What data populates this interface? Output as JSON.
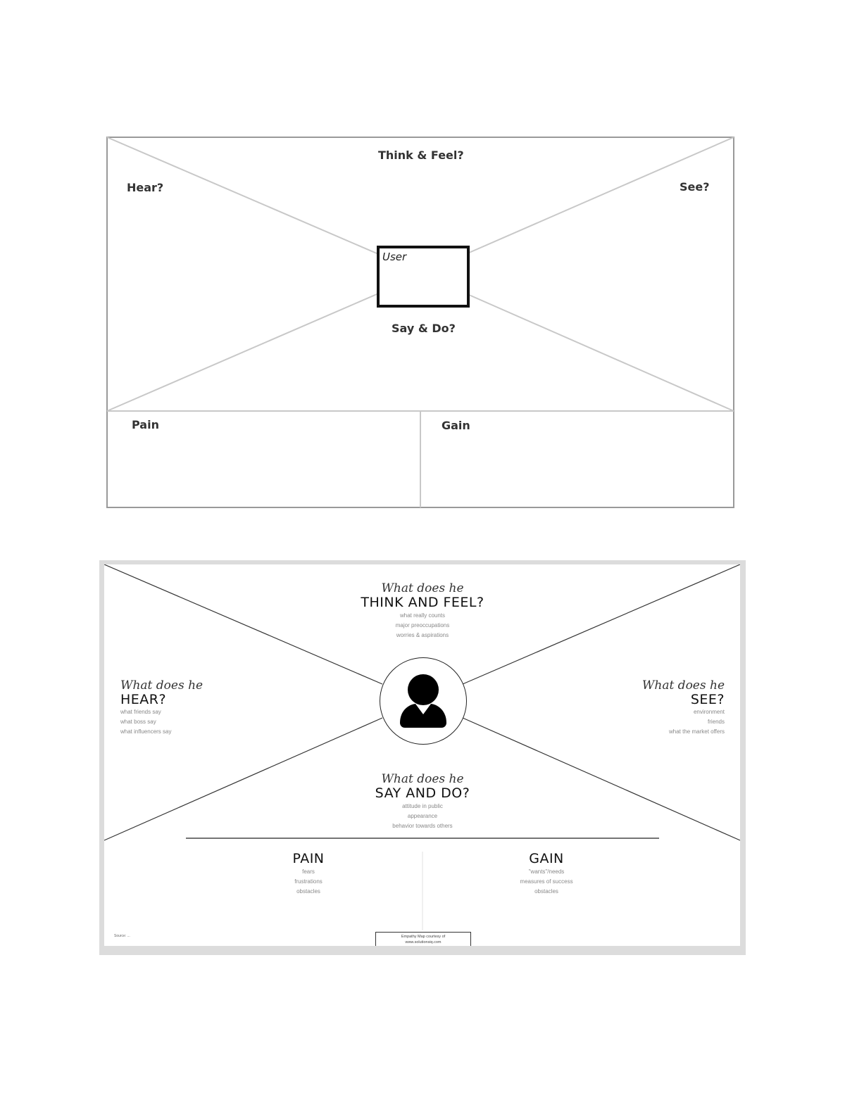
{
  "map1": {
    "think_feel": "Think & Feel?",
    "hear": "Hear?",
    "see": "See?",
    "user": "User",
    "say_do": "Say & Do?",
    "pain": "Pain",
    "gain": "Gain"
  },
  "map2": {
    "think": {
      "script": "What does he",
      "title": "THINK AND FEEL?",
      "items": [
        "what really counts",
        "major preoccupations",
        "worries & aspirations"
      ]
    },
    "hear": {
      "script": "What does he",
      "title": "HEAR?",
      "items": [
        "what friends say",
        "what boss say",
        "what influencers say"
      ]
    },
    "see": {
      "script": "What does he",
      "title": "SEE?",
      "items": [
        "environment",
        "friends",
        "what the market offers"
      ]
    },
    "say": {
      "script": "What does he",
      "title": "SAY AND DO?",
      "items": [
        "attitude in public",
        "appearance",
        "behavior towards others"
      ]
    },
    "pain": {
      "title": "PAIN",
      "items": [
        "fears",
        "frustrations",
        "obstacles"
      ]
    },
    "gain": {
      "title": "GAIN",
      "items": [
        "\"wants\"/needs",
        "measures of success",
        "obstacles"
      ]
    },
    "credit": [
      "Empathy Map courtesy of",
      "www.solutionsiq.com"
    ],
    "footnote": "Source: ..."
  },
  "icons": {
    "avatar": "user-silhouette-icon"
  }
}
